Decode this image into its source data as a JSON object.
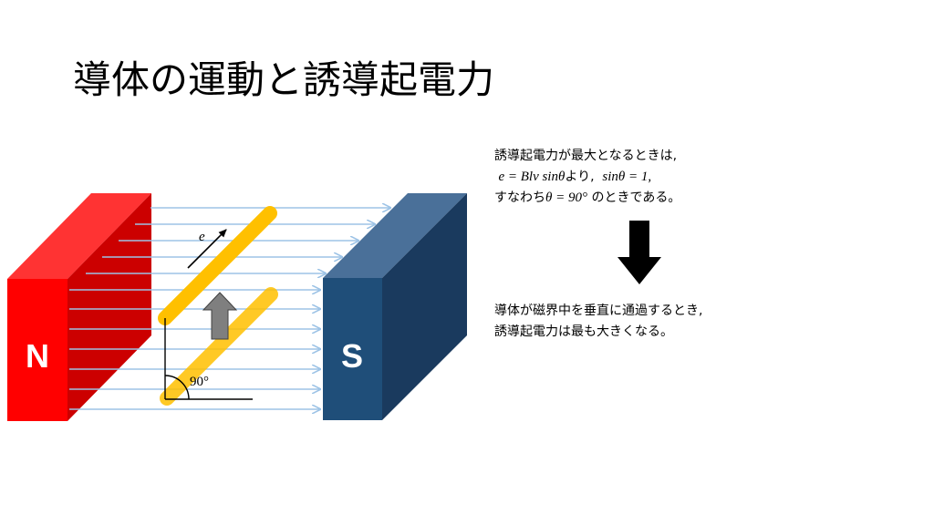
{
  "title": "導体の運動と誘導起電力",
  "diagram": {
    "north_label": "N",
    "south_label": "S",
    "emf_label": "e",
    "angle_label": "90°",
    "colors": {
      "north_front": "#ff0000",
      "north_side": "#cc0000",
      "north_top": "#ff3333",
      "south_front": "#1f4e79",
      "south_side": "#1a3a5e",
      "south_top": "#4a7099",
      "field_lines": "#9dc3e6",
      "conductor": "#ffc000",
      "motion_arrow": "#7f7f7f"
    }
  },
  "note1": {
    "line1": "誘導起電力が最大となるときは,",
    "line2_formula": "e = Blv sinθ",
    "line2_text1": "より,",
    "line2_formula2": "sinθ = 1,",
    "line3_text1": "すなわち",
    "line3_formula": "θ = 90°",
    "line3_text2": "のときである。"
  },
  "note2": {
    "line1": "導体が磁界中を垂直に通過するとき,",
    "line2": "誘導起電力は最も大きくなる。"
  }
}
